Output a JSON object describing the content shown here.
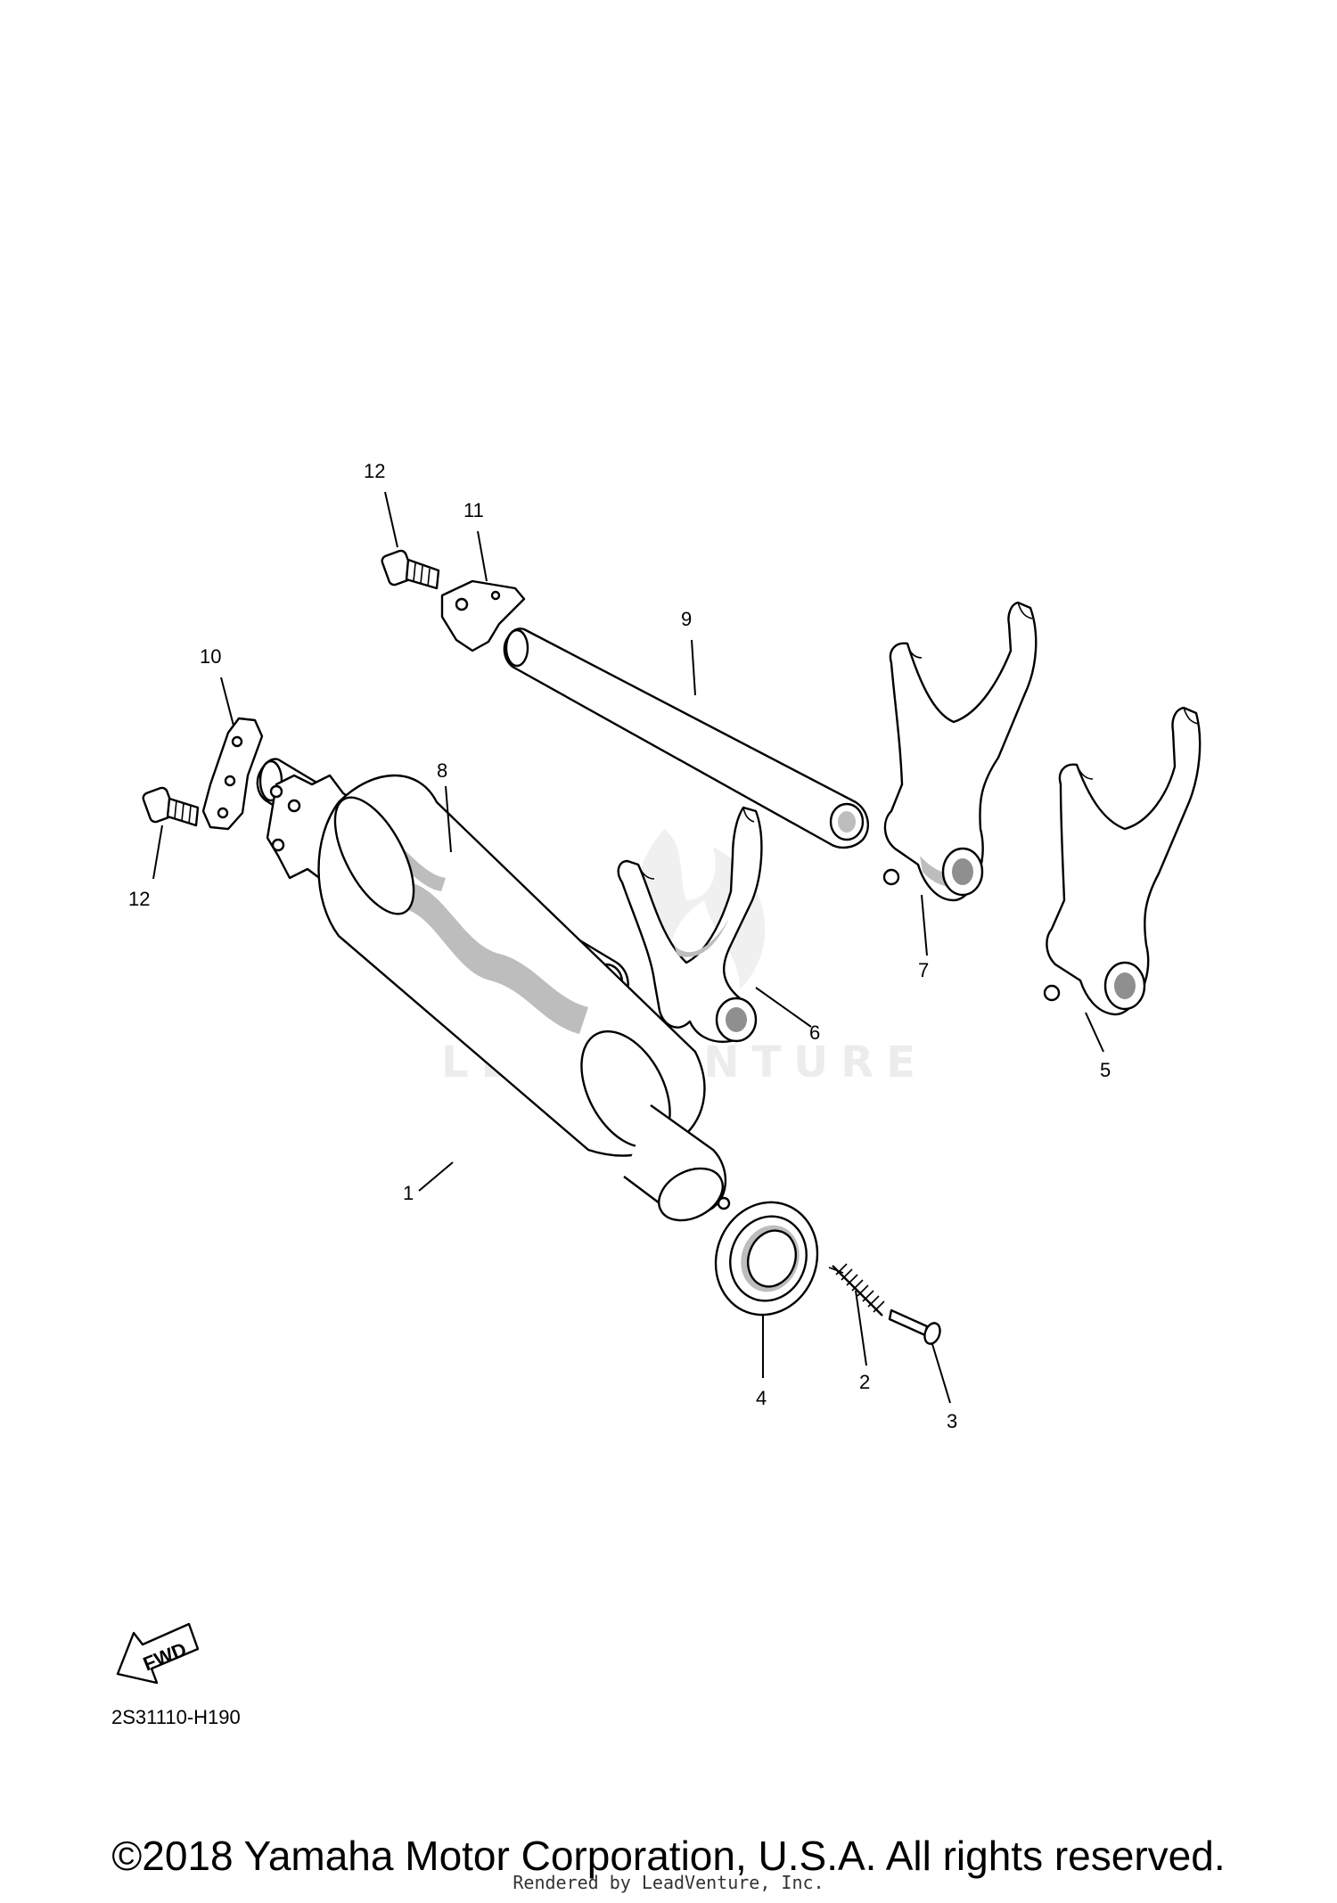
{
  "diagram": {
    "watermark": "LEADVENTURE",
    "code": "2S31110-H190",
    "fwd_label": "FWD"
  },
  "callouts": [
    {
      "id": "1",
      "label": "1"
    },
    {
      "id": "2",
      "label": "2"
    },
    {
      "id": "3",
      "label": "3"
    },
    {
      "id": "4",
      "label": "4"
    },
    {
      "id": "5",
      "label": "5"
    },
    {
      "id": "6",
      "label": "6"
    },
    {
      "id": "7",
      "label": "7"
    },
    {
      "id": "8",
      "label": "8"
    },
    {
      "id": "9",
      "label": "9"
    },
    {
      "id": "10",
      "label": "10"
    },
    {
      "id": "11",
      "label": "11"
    },
    {
      "id": "12a",
      "label": "12"
    },
    {
      "id": "12b",
      "label": "12"
    }
  ],
  "footer": {
    "copyright": "©2018 Yamaha Motor Corporation, U.S.A. All rights reserved.",
    "rendered_by": "Rendered by LeadVenture, Inc."
  }
}
